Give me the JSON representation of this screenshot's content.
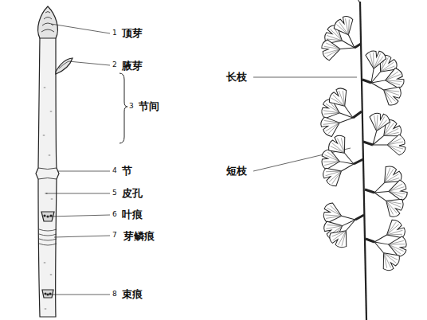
{
  "diagram": {
    "labels": [
      "1",
      "顶芽",
      "2",
      "腋芽",
      "3",
      "节间",
      "4",
      "节",
      "5",
      "皮孔",
      "6",
      "叶痕",
      "7",
      "芽鳞痕",
      "8",
      "束痕",
      "长枝",
      "短枝"
    ]
  }
}
